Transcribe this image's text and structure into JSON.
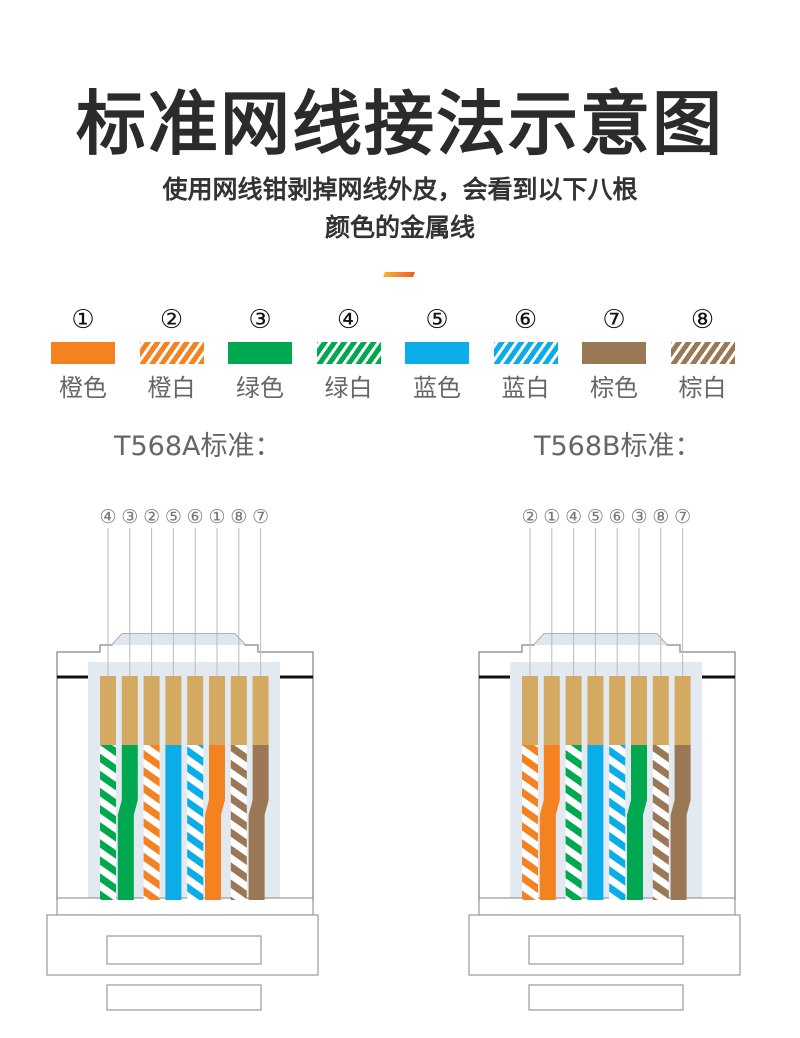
{
  "title": "标准网线接法示意图",
  "subtitle_line1": "使用网线钳剥掉网线外皮，会看到以下八根",
  "subtitle_line2": "颜色的金属线",
  "legend": [
    {
      "num": "①",
      "label": "橙色",
      "color": "#f58220",
      "striped": false
    },
    {
      "num": "②",
      "label": "橙白",
      "color": "#f58220",
      "striped": true
    },
    {
      "num": "③",
      "label": "绿色",
      "color": "#00a94f",
      "striped": false
    },
    {
      "num": "④",
      "label": "绿白",
      "color": "#00a94f",
      "striped": true
    },
    {
      "num": "⑤",
      "label": "蓝色",
      "color": "#0bade9",
      "striped": false
    },
    {
      "num": "⑥",
      "label": "蓝白",
      "color": "#0bade9",
      "striped": true
    },
    {
      "num": "⑦",
      "label": "棕色",
      "color": "#9a7755",
      "striped": false
    },
    {
      "num": "⑧",
      "label": "棕白",
      "color": "#9a7755",
      "striped": true
    }
  ],
  "standards": [
    {
      "label": "T568A标准：",
      "order": [
        4,
        3,
        2,
        5,
        6,
        1,
        8,
        7
      ]
    },
    {
      "label": "T568B标准：",
      "order": [
        2,
        1,
        4,
        5,
        6,
        3,
        8,
        7
      ]
    }
  ]
}
